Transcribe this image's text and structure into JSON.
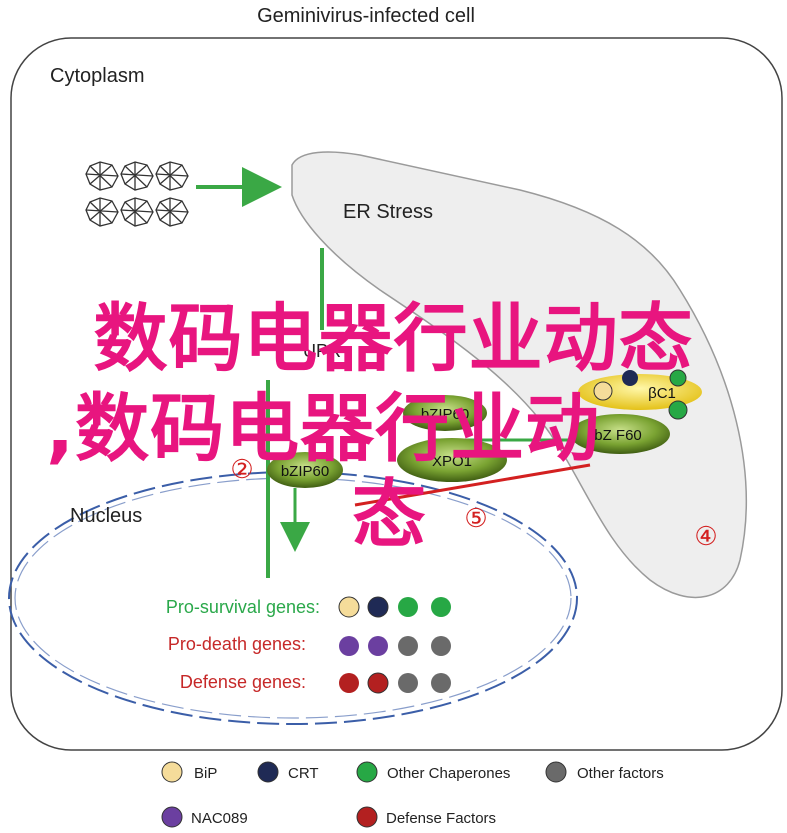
{
  "title": "Geminivirus-infected cell",
  "labels": {
    "cytoplasm": "Cytoplasm",
    "er_stress": "ER Stress",
    "upr": "UPR",
    "nucleus": "Nucleus",
    "bzip60_a": "bZIP60",
    "bzip60_b": "bZIP60",
    "xpo1": "XPO1",
    "bc1": "βC1",
    "bzf60": "bZ F60",
    "step2": "②",
    "step4": "④",
    "step5": "⑤"
  },
  "gene_groups": [
    {
      "label": "Pro-survival genes:",
      "color": "#2aa84a"
    },
    {
      "label": "Pro-death genes:",
      "color": "#c62828"
    },
    {
      "label": "Defense genes:",
      "color": "#c62828"
    }
  ],
  "legend": [
    {
      "label": "BiP",
      "color": "#f5dc9a",
      "icon": "bip-dot"
    },
    {
      "label": "CRT",
      "color": "#1f2a55",
      "icon": "crt-dot"
    },
    {
      "label": "Other Chaperones",
      "color": "#27a845",
      "icon": "chaperone-dot"
    },
    {
      "label": "Other factors",
      "color": "#6a6a6a",
      "icon": "other-factor-dot"
    },
    {
      "label": "NAC089",
      "color": "#6b3fa0",
      "icon": "nac089-dot"
    },
    {
      "label": "Defense  Factors",
      "color": "#b32020",
      "icon": "defense-factor-dot"
    }
  ],
  "overlay": {
    "line1": "数码电器行业动态",
    "line2": ",数码电器行业动",
    "line3": "态"
  }
}
